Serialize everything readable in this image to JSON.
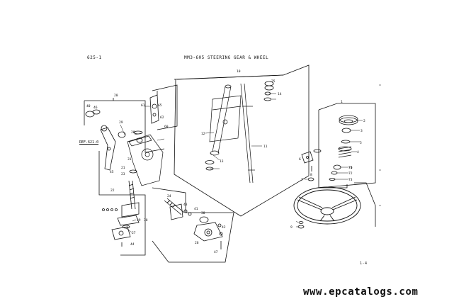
{
  "header": {
    "page_id": "625-1",
    "title": "MM3-605   STEERING GEAR & WHEEL"
  },
  "reference": "REF.621-0",
  "footer": "1-4",
  "watermark": "www.epcatalogs.com",
  "callouts": [
    "1",
    "2",
    "3",
    "4",
    "5",
    "6",
    "7",
    "8",
    "9",
    "10",
    "11",
    "12",
    "13",
    "14",
    "20",
    "21",
    "22",
    "23",
    "24",
    "25",
    "26",
    "27",
    "28",
    "29",
    "30",
    "31",
    "38",
    "39",
    "40",
    "41",
    "42",
    "43",
    "44",
    "45",
    "46",
    "47",
    "60",
    "61",
    "62",
    "65",
    "70",
    "71",
    "72",
    "73"
  ]
}
